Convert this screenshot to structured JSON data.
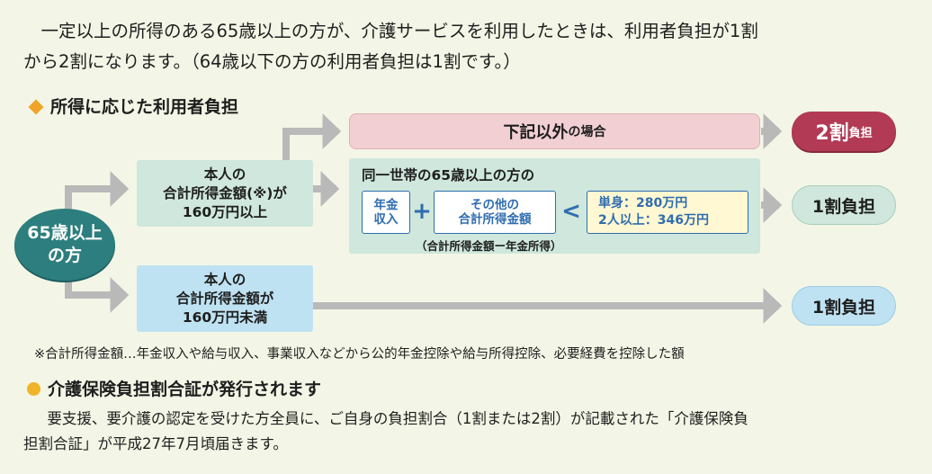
{
  "intro": {
    "line1": "一定以上の所得のある65歳以上の方が、介護サービスを利用したときは、利用者負担が1割",
    "line2": "から2割になります。（64歳以下の方の利用者負担は1割です。）"
  },
  "section1_title": "所得に応じた利用者負担",
  "start_node": {
    "line1": "65歳以上",
    "line2": "の方"
  },
  "box_high": {
    "line1": "本人の",
    "line2": "合計所得金額(※)が",
    "line3": "160万円以上"
  },
  "box_low": {
    "line1": "本人の",
    "line2": "合計所得金額が",
    "line3": "160万円未満"
  },
  "other_case": {
    "main": "下記以外",
    "suffix": "の場合"
  },
  "household": {
    "title": "同一世帯の65歳以上の方の",
    "pension": {
      "line1": "年金",
      "line2": "収入"
    },
    "plus": "+",
    "other_income": {
      "line1": "その他の",
      "line2": "合計所得金額"
    },
    "less_than": "<",
    "threshold": {
      "line1": "単身：280万円",
      "line2": "2人以上：346万円"
    },
    "caption": "（合計所得金額ー年金所得）"
  },
  "results": {
    "two_main": "2割",
    "two_suffix": "負担",
    "one_a": "1割負担",
    "one_b": "1割負担"
  },
  "footnote": "※合計所得金額…年金収入や給与収入、事業収入などから公的年金控除や給与所得控除、必要経費を控除した額",
  "section2_title": "介護保険負担割合証が発行されます",
  "para2": {
    "line1": "要支援、要介護の認定を受けた方全員に、ご自身の負担割合（1割または2割）が記載された「介護保険負",
    "line2": "担割合証」が平成27年7月頃届きます。"
  },
  "colors": {
    "teal": "#2d7e7e",
    "green_box": "#cfe7dc",
    "blue_box": "#bfe2f3",
    "pink_bar": "#f1cfd3",
    "red_pill": "#b23a55",
    "arrow_gray": "#b9b9b9",
    "accent_orange": "#f0a428",
    "inner_blue": "#2f6db0"
  }
}
